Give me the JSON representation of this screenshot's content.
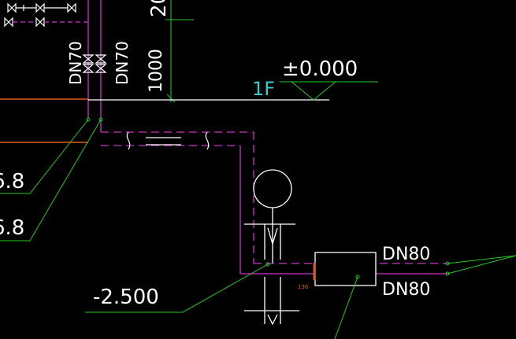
{
  "drawing": {
    "dim_top_left": "20",
    "pipe_label_left": "DN70",
    "pipe_label_right": "DN70",
    "dim_vertical": "1000",
    "floor_label": "1F",
    "elevation_top": "±0.000",
    "elevation_bottom": "-2.500",
    "leader_value_upper": "6.8",
    "leader_value_lower": "6.8",
    "pipe_label_dn80_top": "DN80",
    "pipe_label_dn80_bottom": "DN80",
    "small_tag": "136"
  },
  "colors": {
    "background": "#000000",
    "pipe": "#cc33cc",
    "leader": "#22cc22",
    "text": "#ffffff",
    "floor_text": "#33cccc",
    "accent": "#e05a1a"
  }
}
